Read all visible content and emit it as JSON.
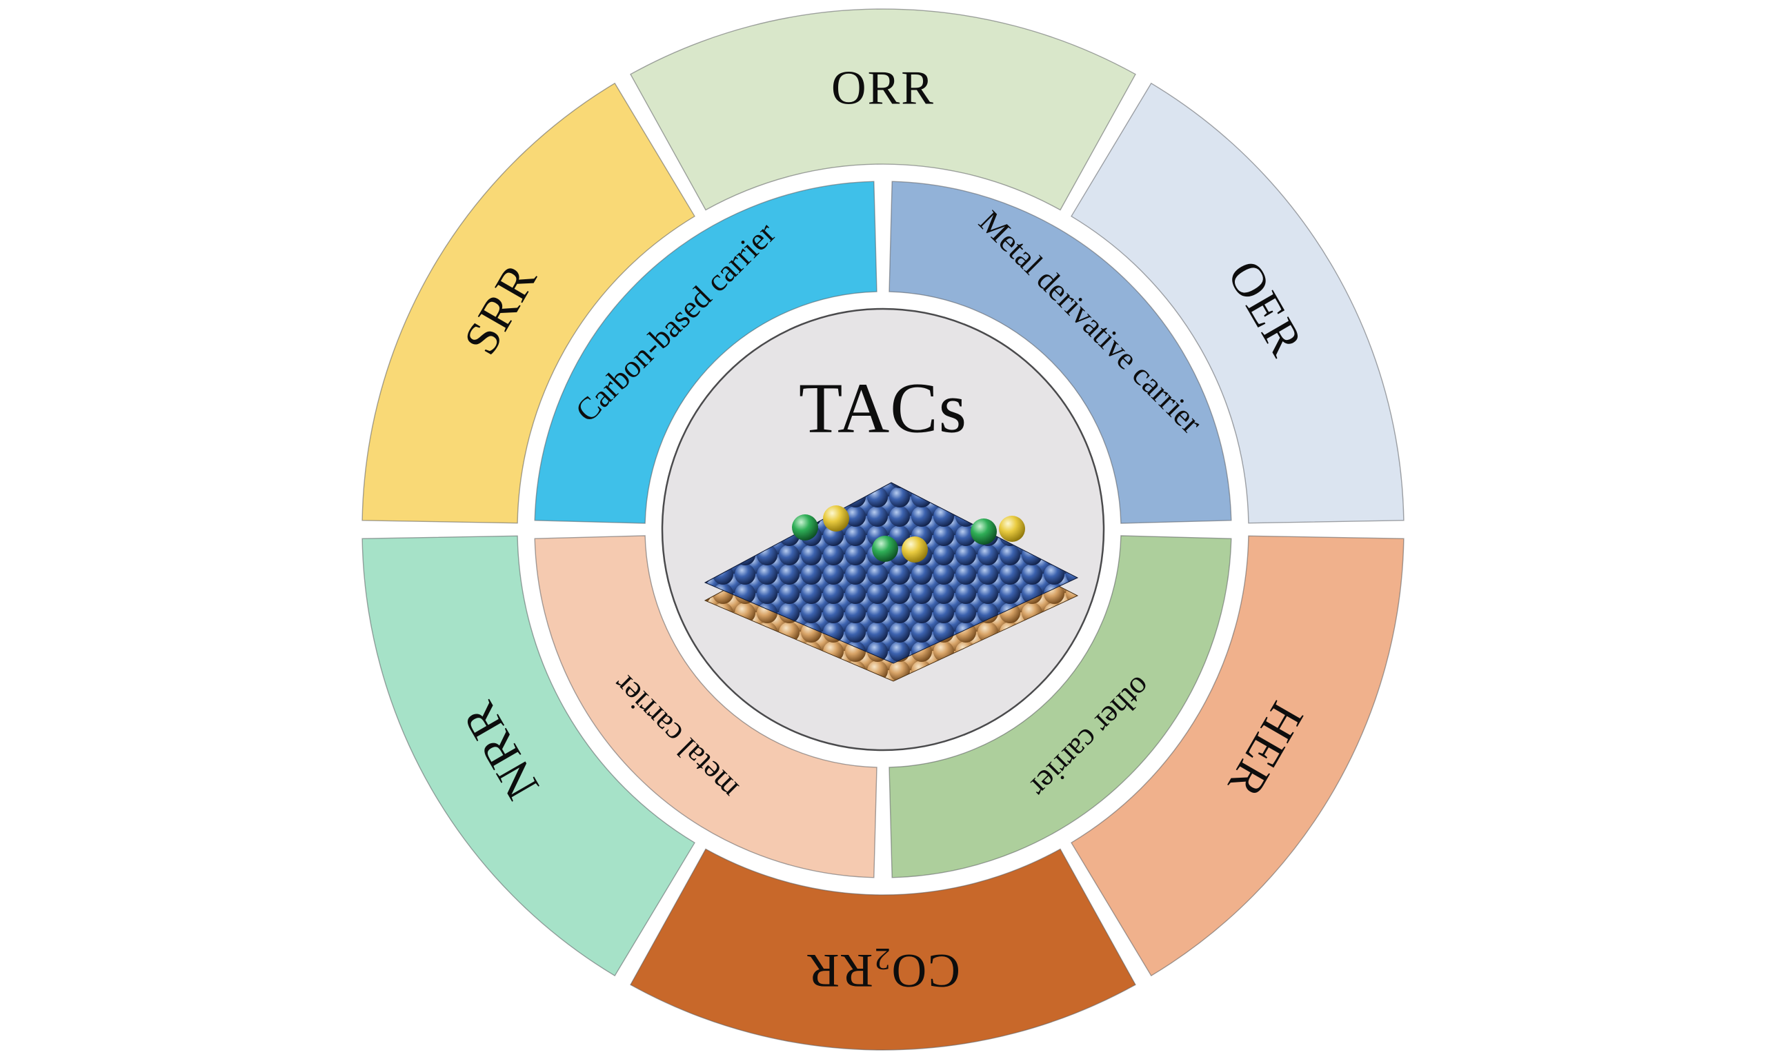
{
  "figure": {
    "center": {
      "label": "TACs",
      "circle_color": "#e6e4e6",
      "illustration": "crystal-lattice-of-atoms"
    },
    "inner_ring": {
      "segments": [
        {
          "id": "carbon-based-carrier",
          "label": "Carbon-based carrier",
          "color": "#3fc0e9"
        },
        {
          "id": "metal-derivative-carrier",
          "label": "Metal derivative carrier",
          "color": "#92b2d8"
        },
        {
          "id": "other-carrier",
          "label": "other carrier",
          "color": "#adcf9c"
        },
        {
          "id": "metal-carrier",
          "label": "metal carrier",
          "color": "#f5cab0"
        }
      ]
    },
    "outer_ring": {
      "segments": [
        {
          "id": "orr",
          "label": "ORR",
          "color": "#d9e7ca"
        },
        {
          "id": "oer",
          "label": "OER",
          "color": "#dbe4f0"
        },
        {
          "id": "her",
          "label": "HER",
          "color": "#f0b18c"
        },
        {
          "id": "co2rr",
          "label_pre": "CO",
          "label_sub": "2",
          "label_post": "RR",
          "color": "#c8682a"
        },
        {
          "id": "nrr",
          "label": "NRR",
          "color": "#a6e2c8"
        },
        {
          "id": "srr",
          "label": "SRR",
          "color": "#f9d976"
        }
      ]
    }
  }
}
